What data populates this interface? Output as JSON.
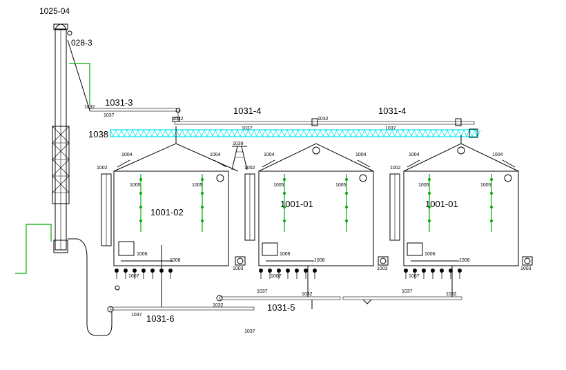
{
  "labels": {
    "elevator_top": "1025-04",
    "elevator_side": "028-3",
    "conv_top_left": "1031-3",
    "conv_top_mid": "1031-4",
    "conv_top_right": "1031-4",
    "catwalk": "1038",
    "tower": "1039",
    "silo1_name": "1001-02",
    "silo2_name": "1001-01",
    "silo3_name": "1001-01",
    "conv_bottom_mid": "1031-5",
    "conv_bottom_left": "1031-6",
    "part_1002": "1002",
    "part_1032": "1032",
    "part_1037": "1037",
    "part_1004": "1004",
    "part_1005": "1005",
    "part_1006": "1006",
    "part_1007": "1007",
    "part_1008": "1008",
    "part_1003": "1003"
  },
  "colors": {
    "line": "#000000",
    "accent_green": "#00aa00",
    "catwalk_cyan": "#00e5ee"
  }
}
